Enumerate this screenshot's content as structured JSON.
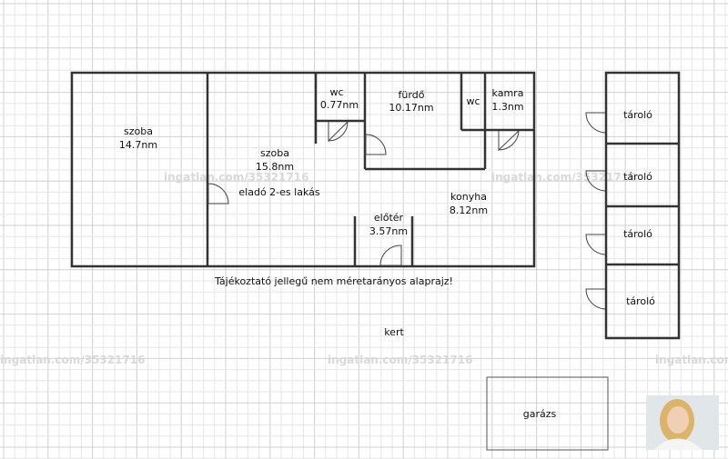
{
  "floorplan": {
    "rooms": {
      "szoba_left": {
        "name": "szoba",
        "area": "14.7nm"
      },
      "szoba_main": {
        "name": "szoba",
        "area": "15.8nm",
        "note": "eladó 2-es lakás"
      },
      "wc1": {
        "name": "wc",
        "area": "0.77nm"
      },
      "furdo": {
        "name": "fürdő",
        "area": "10.17nm"
      },
      "wc2": {
        "name": "wc"
      },
      "kamra": {
        "name": "kamra",
        "area": "1.3nm"
      },
      "konyha": {
        "name": "konyha",
        "area": "8.12nm"
      },
      "eloter": {
        "name": "előtér",
        "area": "3.57nm"
      }
    },
    "disclaimer": "Tájékoztató jellegű nem méretarányos alaprajz!",
    "kert": "kert",
    "storage": [
      "tároló",
      "tároló",
      "tároló",
      "tároló"
    ],
    "garage": "garázs",
    "watermark": "ingatlan.com/35321716"
  },
  "colors": {
    "grid_minor": "#e6e6e6",
    "grid_major": "#d0d0d0",
    "wall": "#333333",
    "watermark": "#d9d9d9"
  }
}
